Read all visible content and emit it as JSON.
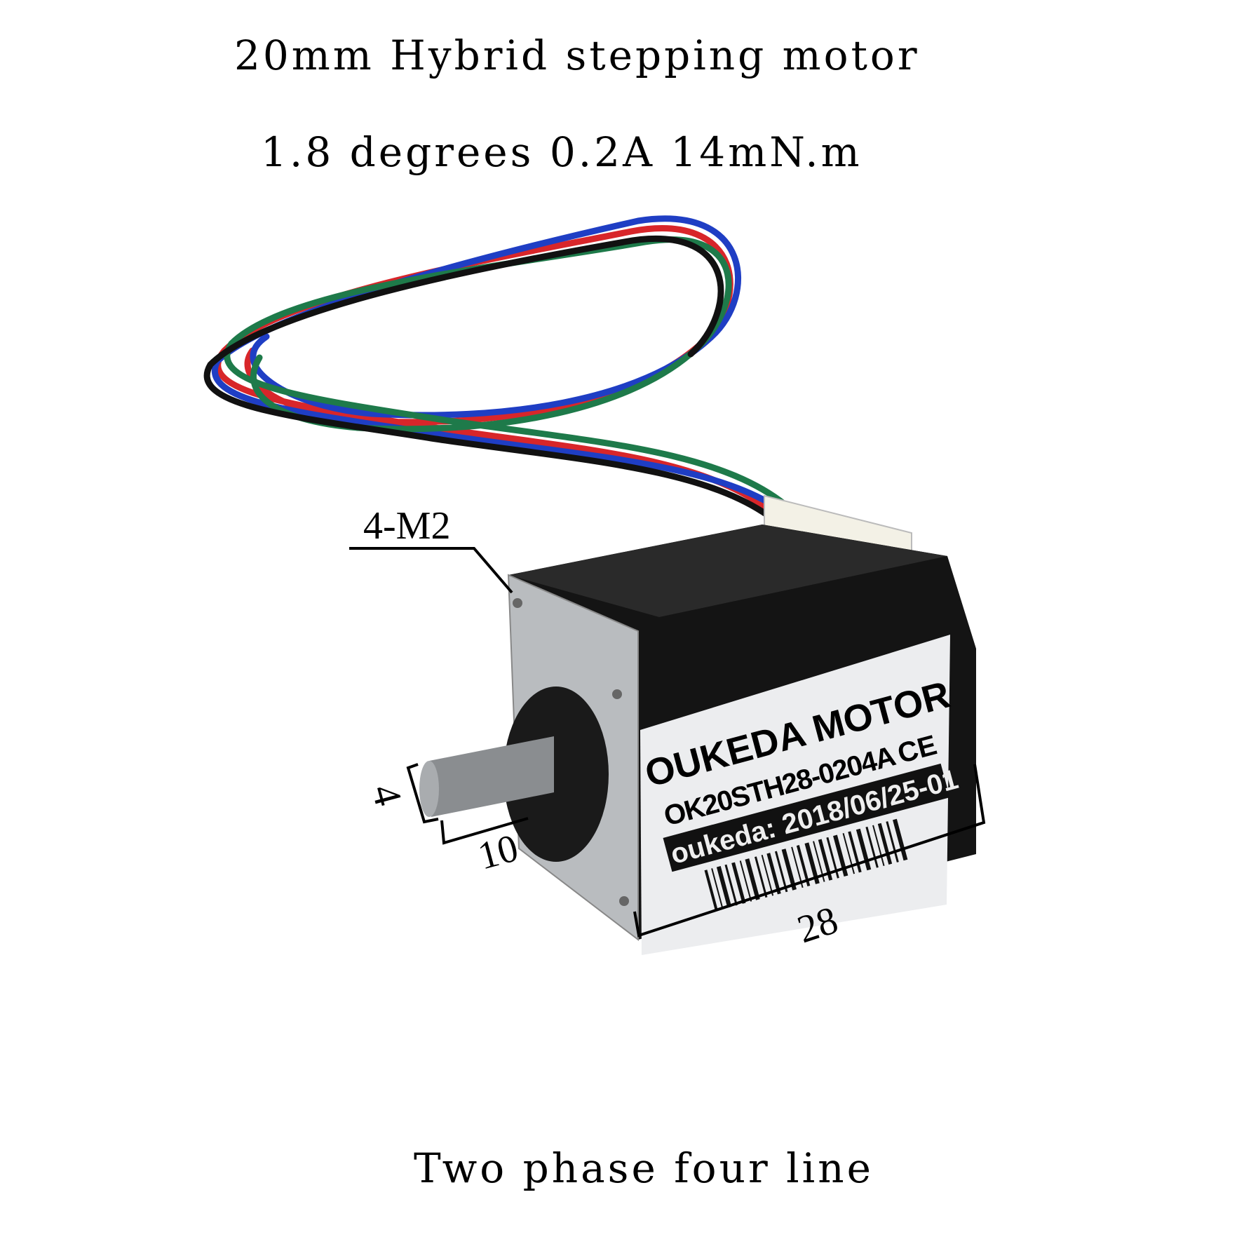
{
  "heading": {
    "title": "20mm Hybrid stepping motor",
    "specs": "1.8 degrees 0.2A 14mN.m"
  },
  "motor_label": {
    "brand": "OUKEDA MOTOR",
    "model": "OK20STH28-0204A",
    "certification": "CE",
    "date_line": "oukeda: 2018/06/25-01"
  },
  "dimensions": {
    "mount_holes": "4-M2",
    "shaft_diameter": "4",
    "shaft_length": "10",
    "body_length": "28"
  },
  "footer": {
    "wiring": "Two phase four line"
  },
  "wire_colors": {
    "red": "#d8262a",
    "blue": "#1f3ec4",
    "green": "#1e7a4a",
    "black": "#111111"
  }
}
